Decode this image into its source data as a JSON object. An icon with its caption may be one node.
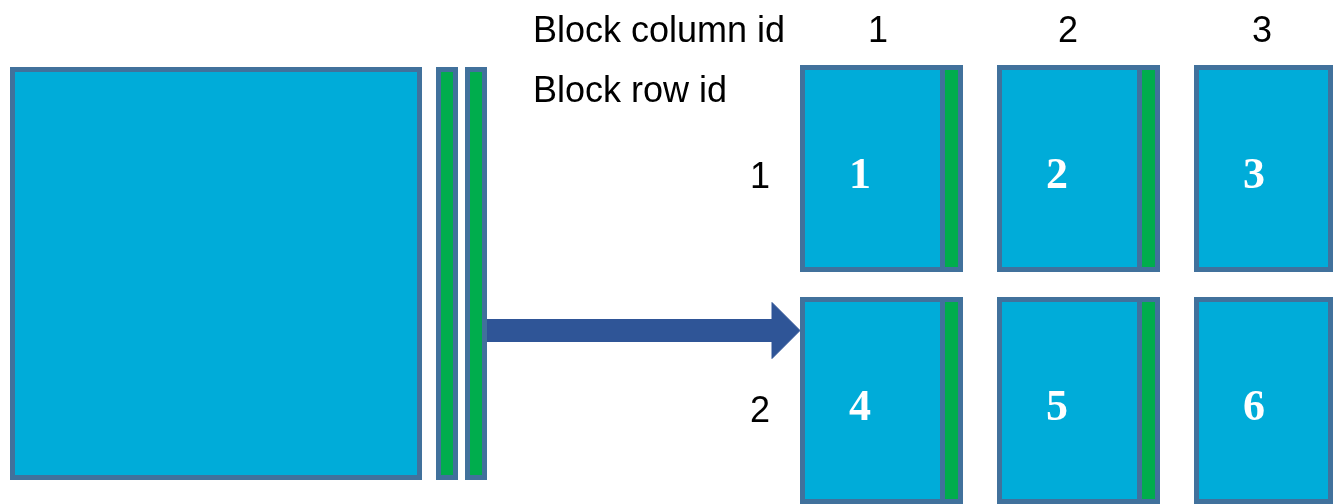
{
  "diagram": {
    "nodes": [
      {
        "text": [],
        "shape": "box"
      },
      {
        "text": [],
        "shape": "bar"
      },
      {
        "text": [],
        "shape": "bar"
      },
      {
        "text": [
          "1"
        ]
      },
      {
        "text": [],
        "shape": "bar",
        "in": 3
      },
      {
        "text": [
          "2"
        ]
      },
      {
        "text": [],
        "shape": "bar",
        "in": 5
      },
      {
        "text": [
          "3"
        ]
      },
      {
        "text": [
          "4"
        ]
      },
      {
        "text": [],
        "shape": "bar",
        "in": 8
      },
      {
        "text": [
          "5"
        ]
      },
      {
        "text": [],
        "shape": "bar",
        "in": 10
      },
      {
        "text": [
          "6"
        ]
      }
    ],
    "edges": [
      {
        "from": 2,
        "to": 8,
        "arrow": "to",
        "style": "thick"
      }
    ],
    "labels": [
      "Block column id",
      "1",
      "2",
      "3",
      "Block row id",
      "1",
      "2"
    ]
  }
}
